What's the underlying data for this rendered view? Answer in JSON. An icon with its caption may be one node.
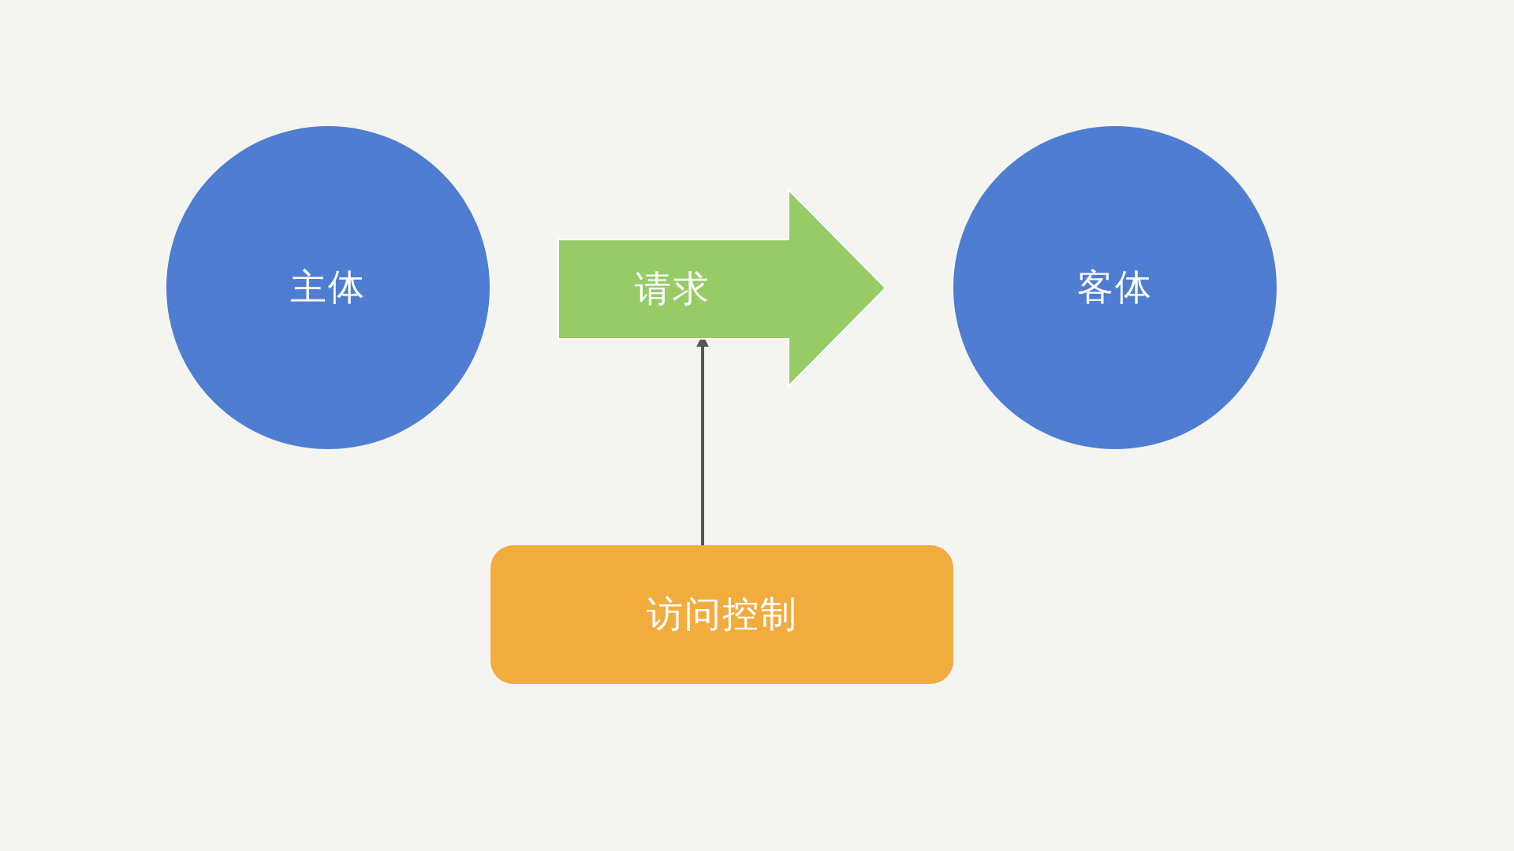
{
  "diagram": {
    "nodes": [
      {
        "text": [
          "主体"
        ]
      },
      {
        "text": [
          "请求"
        ]
      },
      {
        "text": [
          "客体"
        ]
      },
      {
        "text": [
          "访问控制"
        ]
      }
    ],
    "edges": [
      {
        "from": 3,
        "to": 1,
        "arrow": "to"
      }
    ]
  }
}
